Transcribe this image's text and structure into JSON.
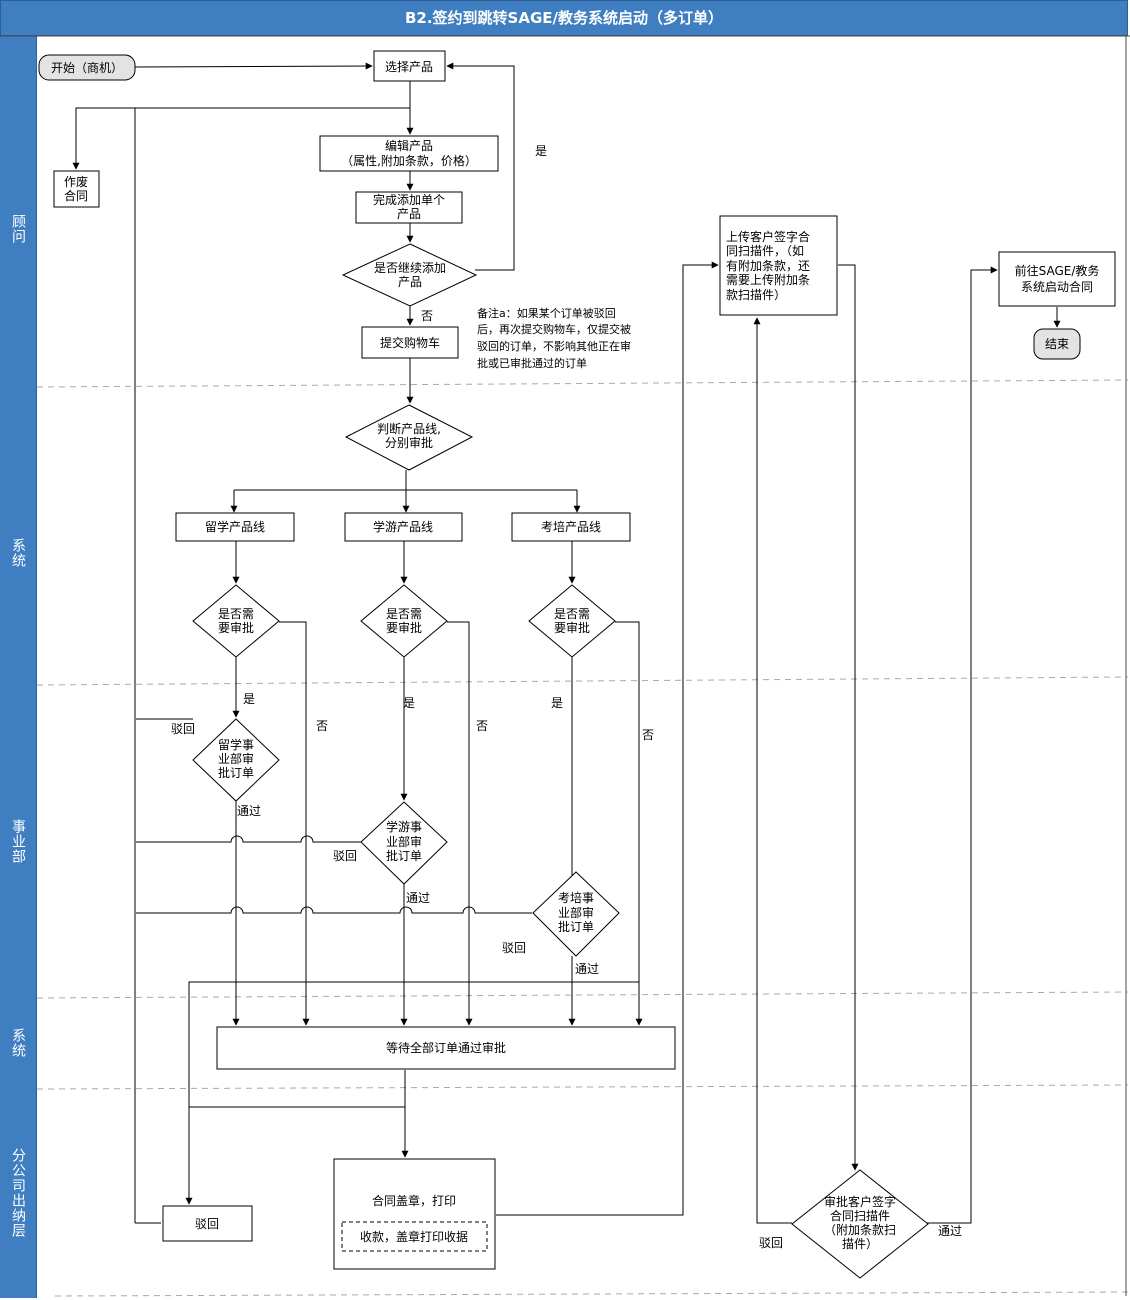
{
  "title": "B2.签约到跳转SAGE/教务系统启动（多订单）",
  "lanes": [
    "顾问",
    "系统",
    "事业部",
    "系统",
    "分公司出纳层"
  ],
  "nodes": {
    "start": "开始（商机）",
    "select_product": "选择产品",
    "edit_product": [
      "编辑产品",
      "（属性,附加条款，价格）"
    ],
    "void_contract": [
      "作废",
      "合同"
    ],
    "complete_single": [
      "完成添加单个",
      "产品"
    ],
    "continue_add": [
      "是否继续添加",
      "产品"
    ],
    "submit_cart": "提交购物车",
    "judge_line": [
      "判断产品线,",
      "分别审批"
    ],
    "line_liuxue": "留学产品线",
    "line_xueyou": "学游产品线",
    "line_kaopei": "考培产品线",
    "need_approval": [
      "是否需",
      "要审批"
    ],
    "approve_liuxue": [
      "留学事",
      "业部审",
      "批订单"
    ],
    "approve_xueyou": [
      "学游事",
      "业部审",
      "批订单"
    ],
    "approve_kaopei": [
      "考培事",
      "业部审",
      "批订单"
    ],
    "wait_all": "等待全部订单通过审批",
    "reject_box": "驳回",
    "seal_print": "合同盖章，打印",
    "receipt": "收款，盖章打印收据",
    "upload_scan": [
      "上传客户签字合",
      "同扫描件，（如",
      "有附加条款，还",
      "需要上传附加条",
      "款扫描件）"
    ],
    "review_scan": [
      "审批客户签字",
      "合同扫描件",
      "（附加条款扫",
      "描件）"
    ],
    "go_sage": [
      "前往SAGE/教务",
      "系统启动合同"
    ],
    "end": "结束"
  },
  "labels": {
    "yes": "是",
    "no": "否",
    "reject": "驳回",
    "pass": "通过"
  },
  "note": [
    "备注a：如果某个订单被驳回",
    "后，再次提交购物车，仅提交被",
    "驳回的订单，不影响其他正在审",
    "批或已审批通过的订单"
  ]
}
